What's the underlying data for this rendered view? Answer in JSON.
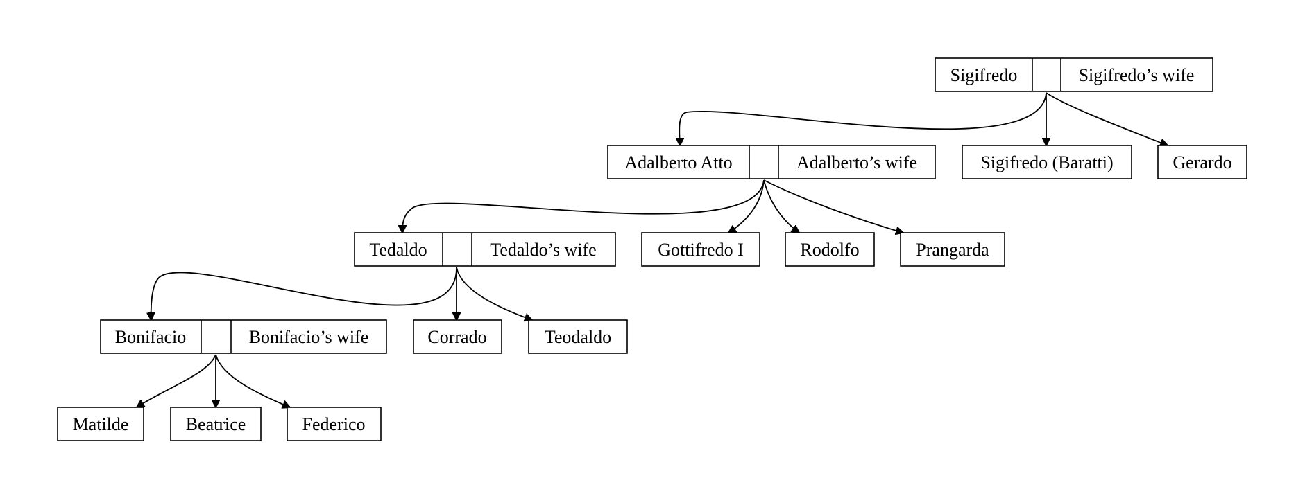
{
  "couples": {
    "sigifredo": {
      "husband": "Sigifredo",
      "wife": "Sigifredo’s wife"
    },
    "adalberto": {
      "husband": "Adalberto Atto",
      "wife": "Adalberto’s wife"
    },
    "tedaldo": {
      "husband": "Tedaldo",
      "wife": "Tedaldo’s wife"
    },
    "bonifacio": {
      "husband": "Bonifacio",
      "wife": "Bonifacio’s wife"
    }
  },
  "people": {
    "sigifredo_baratti": "Sigifredo (Baratti)",
    "gerardo": "Gerardo",
    "gottifredo": "Gottifredo I",
    "rodolfo": "Rodolfo",
    "prangarda": "Prangarda",
    "corrado": "Corrado",
    "teodaldo": "Teodaldo",
    "matilde": "Matilde",
    "beatrice": "Beatrice",
    "federico": "Federico"
  },
  "relations": [
    {
      "from": "sigifredo",
      "to": "adalberto"
    },
    {
      "from": "sigifredo",
      "to": "sigifredo_baratti"
    },
    {
      "from": "sigifredo",
      "to": "gerardo"
    },
    {
      "from": "adalberto",
      "to": "tedaldo"
    },
    {
      "from": "adalberto",
      "to": "gottifredo"
    },
    {
      "from": "adalberto",
      "to": "rodolfo"
    },
    {
      "from": "adalberto",
      "to": "prangarda"
    },
    {
      "from": "tedaldo",
      "to": "bonifacio"
    },
    {
      "from": "tedaldo",
      "to": "corrado"
    },
    {
      "from": "tedaldo",
      "to": "teodaldo"
    },
    {
      "from": "bonifacio",
      "to": "matilde"
    },
    {
      "from": "bonifacio",
      "to": "beatrice"
    },
    {
      "from": "bonifacio",
      "to": "federico"
    }
  ]
}
